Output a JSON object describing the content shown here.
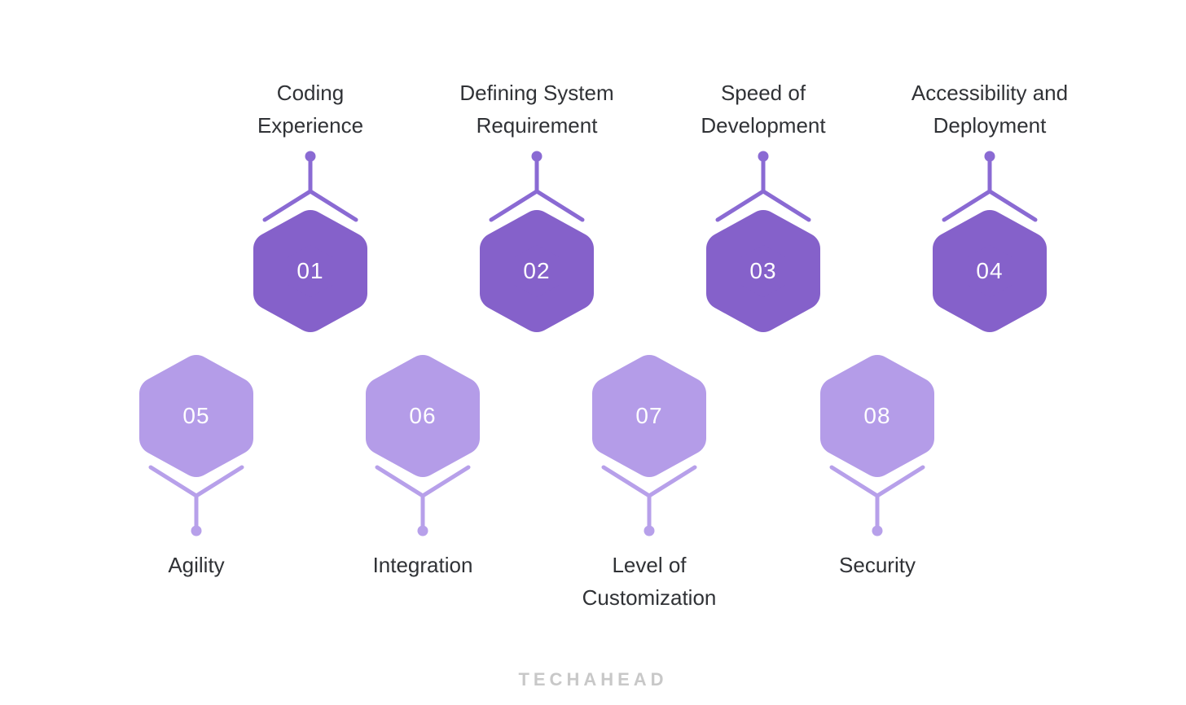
{
  "watermark": "TECHAHEAD",
  "colors": {
    "bg": "#ffffff",
    "hex_top": "#8561CA",
    "conn_top": "#8A6AD3",
    "hex_bottom": "#B49CE8",
    "conn_bottom": "#B7A0EA",
    "num": "#FFFFFF",
    "label": "#303236",
    "watermark": "#C8C8C8"
  },
  "items": [
    {
      "number": "01",
      "label": "Coding Experience",
      "label_line1": "Coding",
      "label_line2": "Experience",
      "row": "top"
    },
    {
      "number": "02",
      "label": "Defining System Requirement",
      "label_line1": "Defining System",
      "label_line2": "Requirement",
      "row": "top"
    },
    {
      "number": "03",
      "label": "Speed of Development",
      "label_line1": "Speed of",
      "label_line2": "Development",
      "row": "top"
    },
    {
      "number": "04",
      "label": "Accessibility and Deployment",
      "label_line1": "Accessibility and",
      "label_line2": "Deployment",
      "row": "top"
    },
    {
      "number": "05",
      "label": "Agility",
      "label_line1": "Agility",
      "label_line2": "",
      "row": "bottom"
    },
    {
      "number": "06",
      "label": "Integration",
      "label_line1": "Integration",
      "label_line2": "",
      "row": "bottom"
    },
    {
      "number": "07",
      "label": "Level of Customization",
      "label_line1": "Level of",
      "label_line2": "Customization",
      "row": "bottom"
    },
    {
      "number": "08",
      "label": "Security",
      "label_line1": "Security",
      "label_line2": "",
      "row": "bottom"
    }
  ]
}
